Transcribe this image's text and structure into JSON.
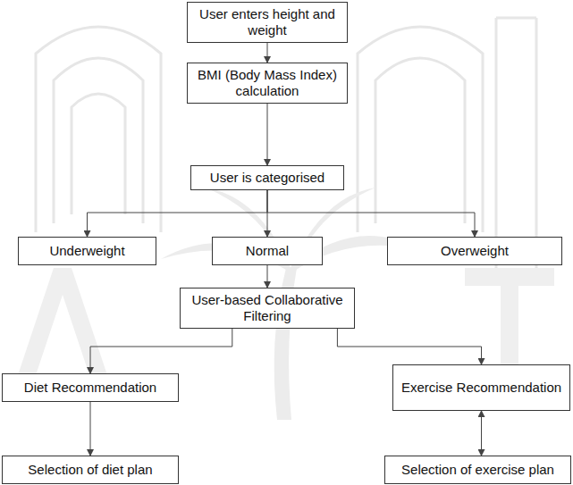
{
  "diagram": {
    "nodes": [
      {
        "text": [
          "User enters height and weight"
        ]
      },
      {
        "text": [
          "BMI (Body Mass Index) calculation"
        ]
      },
      {
        "text": [
          "User is categorised"
        ]
      },
      {
        "text": [
          "Underweight"
        ]
      },
      {
        "text": [
          "Normal"
        ]
      },
      {
        "text": [
          "Overweight"
        ]
      },
      {
        "text": [
          "User-based Collaborative Filtering"
        ]
      },
      {
        "text": [
          "Diet Recommendation"
        ]
      },
      {
        "text": [
          "Exercise Recommendation"
        ]
      },
      {
        "text": [
          "Selection of diet plan"
        ]
      },
      {
        "text": [
          "Selection of exercise plan"
        ]
      }
    ],
    "edges": [
      {
        "from": 0,
        "to": 1,
        "arrow": "to"
      },
      {
        "from": 1,
        "to": 2,
        "arrow": "to"
      },
      {
        "from": 2,
        "to": 3,
        "arrow": "to"
      },
      {
        "from": 2,
        "to": 4,
        "arrow": "to"
      },
      {
        "from": 2,
        "to": 5,
        "arrow": "to"
      },
      {
        "from": 4,
        "to": 6,
        "arrow": "to"
      },
      {
        "from": 6,
        "to": 7,
        "arrow": "to"
      },
      {
        "from": 6,
        "to": 8,
        "arrow": "to"
      },
      {
        "from": 7,
        "to": 9,
        "arrow": "to"
      },
      {
        "from": 8,
        "to": 10,
        "arrow": "both"
      }
    ]
  }
}
